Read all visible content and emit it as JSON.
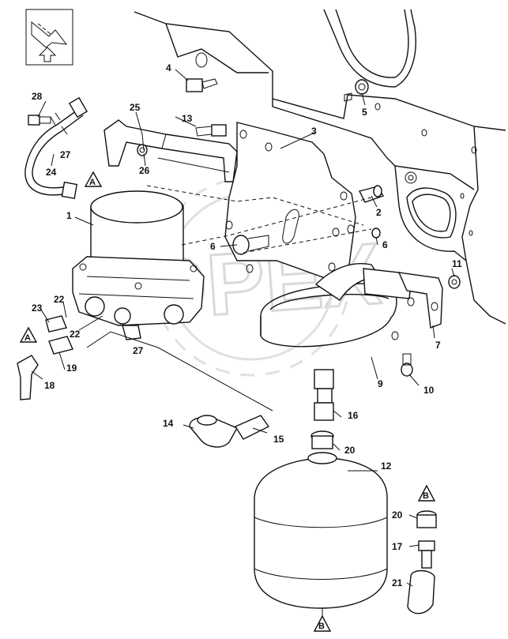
{
  "diagram": {
    "watermark": "OPEX",
    "callouts": {
      "c1": "1",
      "c2": "2",
      "c3": "3",
      "c4": "4",
      "c5": "5",
      "c6a": "6",
      "c6b": "6",
      "c7": "7",
      "c9": "9",
      "c10": "10",
      "c11": "11",
      "c12": "12",
      "c13": "13",
      "c14": "14",
      "c15": "15",
      "c16": "16",
      "c17": "17",
      "c18": "18",
      "c19": "19",
      "c20a": "20",
      "c20b": "20",
      "c21": "21",
      "c22a": "22",
      "c22b": "22",
      "c23": "23",
      "c24": "24",
      "c25": "25",
      "c26": "26",
      "c27a": "27",
      "c27b": "27",
      "c28": "28"
    },
    "markers": {
      "a_top": "A",
      "a_left": "A",
      "b_right": "B",
      "b_bottom": "B"
    },
    "icons": {
      "orientation": "direction-arrow-icon"
    }
  }
}
